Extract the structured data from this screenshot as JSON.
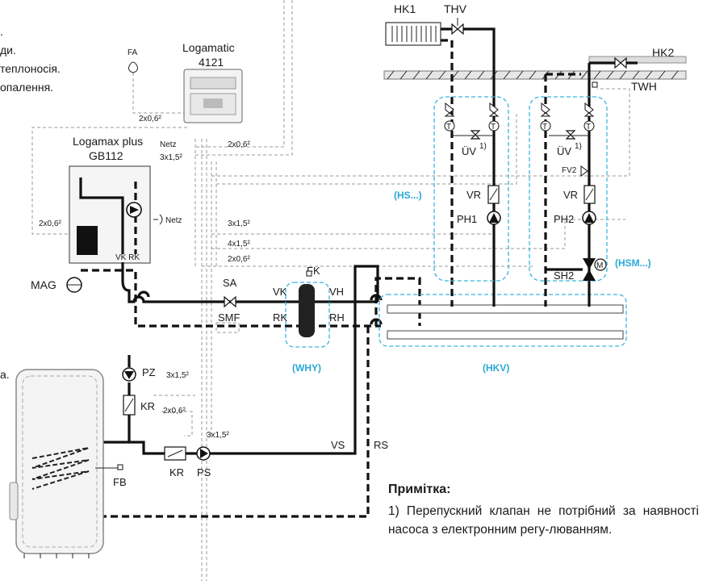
{
  "components": {
    "logamatic": [
      "Logamatic",
      "4121"
    ],
    "boiler": [
      "Logamax plus",
      "GB112"
    ],
    "fa": "FA",
    "netz": "Netz",
    "netz2": "Netz",
    "vk_rk": "VK RK",
    "mag": "MAG",
    "sa": "SA",
    "smf": "SMF",
    "vk": "VK",
    "rk": "RK",
    "fk": "FK",
    "vh": "VH",
    "rh": "RH",
    "hk1": "HK1",
    "thv": "THV",
    "hk2": "HK2",
    "twh": "TWH",
    "uv1": "ÜV",
    "uv2": "ÜV",
    "sup1": "1)",
    "sup2": "1)",
    "fv2": "FV2",
    "vr1": "VR",
    "vr2": "VR",
    "ph1": "PH1",
    "ph2": "PH2",
    "sh2": "SH2",
    "m": "M",
    "t": "T",
    "pz": "PZ",
    "kr1": "KR",
    "kr2": "KR",
    "ps": "PS",
    "fb": "FB",
    "vs": "VS",
    "rs": "RS"
  },
  "cables": {
    "c1": "2x0,6²",
    "c2": "Netz",
    "c3": "3x1,5²",
    "c4": "2x0,6²",
    "c5": "2x0,6²",
    "c6": "3x1,5²",
    "c7": "4x1,5²",
    "c8": "2x0,6²",
    "c9": "3x1,5²",
    "c10": "2x0,6²",
    "c11": "3x1,5²"
  },
  "groups": {
    "hs": "(HS...)",
    "hsm": "(HSM...)",
    "why": "(WHY)",
    "hkv": "(HKV)"
  },
  "legend_fragments": [
    ".",
    "ди.",
    "теплоносія.",
    "",
    "опалення."
  ],
  "legend_extra": "а.",
  "note": {
    "title": "Примітка:",
    "text": "1) Перепускний клапан не потрібний за наявності насоса з електронним регу-лю­ванням."
  },
  "colors": {
    "pipe": "#111111",
    "zone_outline": "#3ab3e0",
    "cable": "#999999"
  }
}
